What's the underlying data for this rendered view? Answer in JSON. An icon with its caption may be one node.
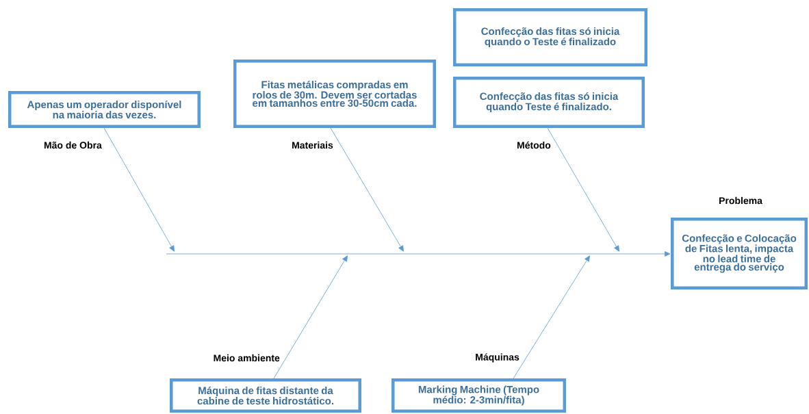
{
  "diagram": {
    "nodes": [
      {
        "text": [
          "Apenas um operador disponível na maioria das vezes.",
          "Mão de Obra"
        ]
      },
      {
        "text": [
          "Fitas metálicas compradas em rolos de 30m.  Devem ser cortadas em tamanhos entre 30-50cm cada.",
          "Materiais"
        ]
      },
      {
        "text": [
          "Confecção das fitas só inicia quando o Teste é finalizado"
        ]
      },
      {
        "text": [
          "Confecção das fitas só inicia quando Teste é finalizado.",
          "Método"
        ]
      },
      {
        "text": [
          "Problema",
          "Confecção e Colocação de Fitas lenta, impacta no lead time de entrega do serviço"
        ]
      },
      {
        "text": [
          "Meio ambiente",
          "Máquina de fitas distante da cabine de teste hidrostático."
        ]
      },
      {
        "text": [
          "Máquinas",
          "Marking Machine (Tempo médio: 2-3min/fita)"
        ]
      }
    ],
    "edges": [
      {
        "from": null,
        "to": 4,
        "arrow": "to"
      },
      {
        "from": 0,
        "to": null,
        "arrow": "to"
      },
      {
        "from": 1,
        "to": null,
        "arrow": "to"
      },
      {
        "from": 3,
        "to": null,
        "arrow": "to"
      },
      {
        "from": 5,
        "to": null,
        "arrow": "to"
      },
      {
        "from": 6,
        "to": null,
        "arrow": "to"
      }
    ]
  }
}
